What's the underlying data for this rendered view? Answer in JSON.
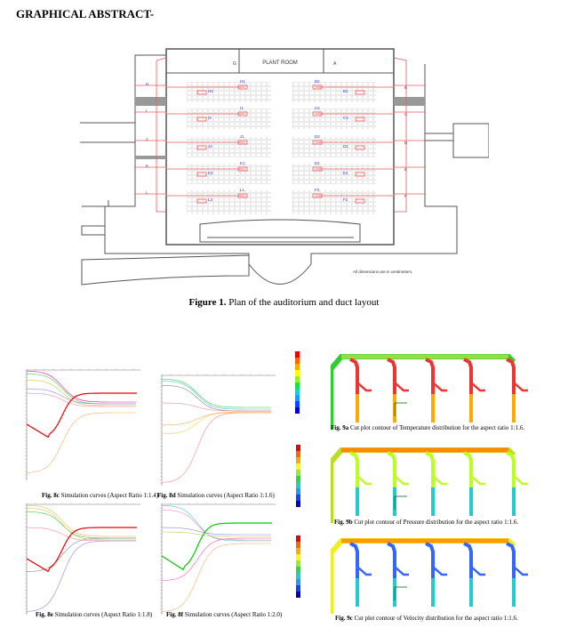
{
  "title": "GRAPHICAL ABSTRACT-",
  "figure1": {
    "plant_room": "PLANT ROOM",
    "top_left_zone": "G",
    "top_right_zone": "A",
    "left_zones": [
      "H",
      "I",
      "J",
      "K",
      "L"
    ],
    "right_zones": [
      "B",
      "C",
      "D",
      "E",
      "F"
    ],
    "left_outlets": [
      [
        "H1",
        "H2"
      ],
      [
        "I1",
        "I2"
      ],
      [
        "J1",
        "J2"
      ],
      [
        "K1",
        "K2"
      ],
      [
        "L1",
        "L2"
      ]
    ],
    "right_outlets": [
      [
        "B2",
        "B1"
      ],
      [
        "C2",
        "C1"
      ],
      [
        "D2",
        "D1"
      ],
      [
        "E2",
        "E1"
      ],
      [
        "F2",
        "F1"
      ]
    ],
    "note": "All dimensions are in centimeters.",
    "caption_label": "Figure 1.",
    "caption_text": " Plan of the auditorium and duct layout"
  },
  "fig8": [
    {
      "label": "Fig. 8c",
      "text": " Simulation curves (Aspect Ratio 1:1.4)"
    },
    {
      "label": "Fig. 8d",
      "text": " Simulation curves (Aspect Ratio 1:1.6)"
    },
    {
      "label": "Fig. 8e",
      "text": " Simulation curves (Aspect Ratio 1:1.8)"
    },
    {
      "label": "Fig. 8f",
      "text": " Simulation curves (Aspect Ratio 1:2.0)"
    }
  ],
  "fig9": [
    {
      "label": "Fig. 9a",
      "text": " Cut plot contour of Temperature distribution for the aspect ratio 1:1.6."
    },
    {
      "label": "Fig. 9b",
      "text": " Cut plot contour of Pressure distribution for the aspect ratio 1:1.6."
    },
    {
      "label": "Fig. 9c",
      "text": " Cut plot contour of Velocity distribution for the aspect ratio 1:1.6."
    }
  ]
}
